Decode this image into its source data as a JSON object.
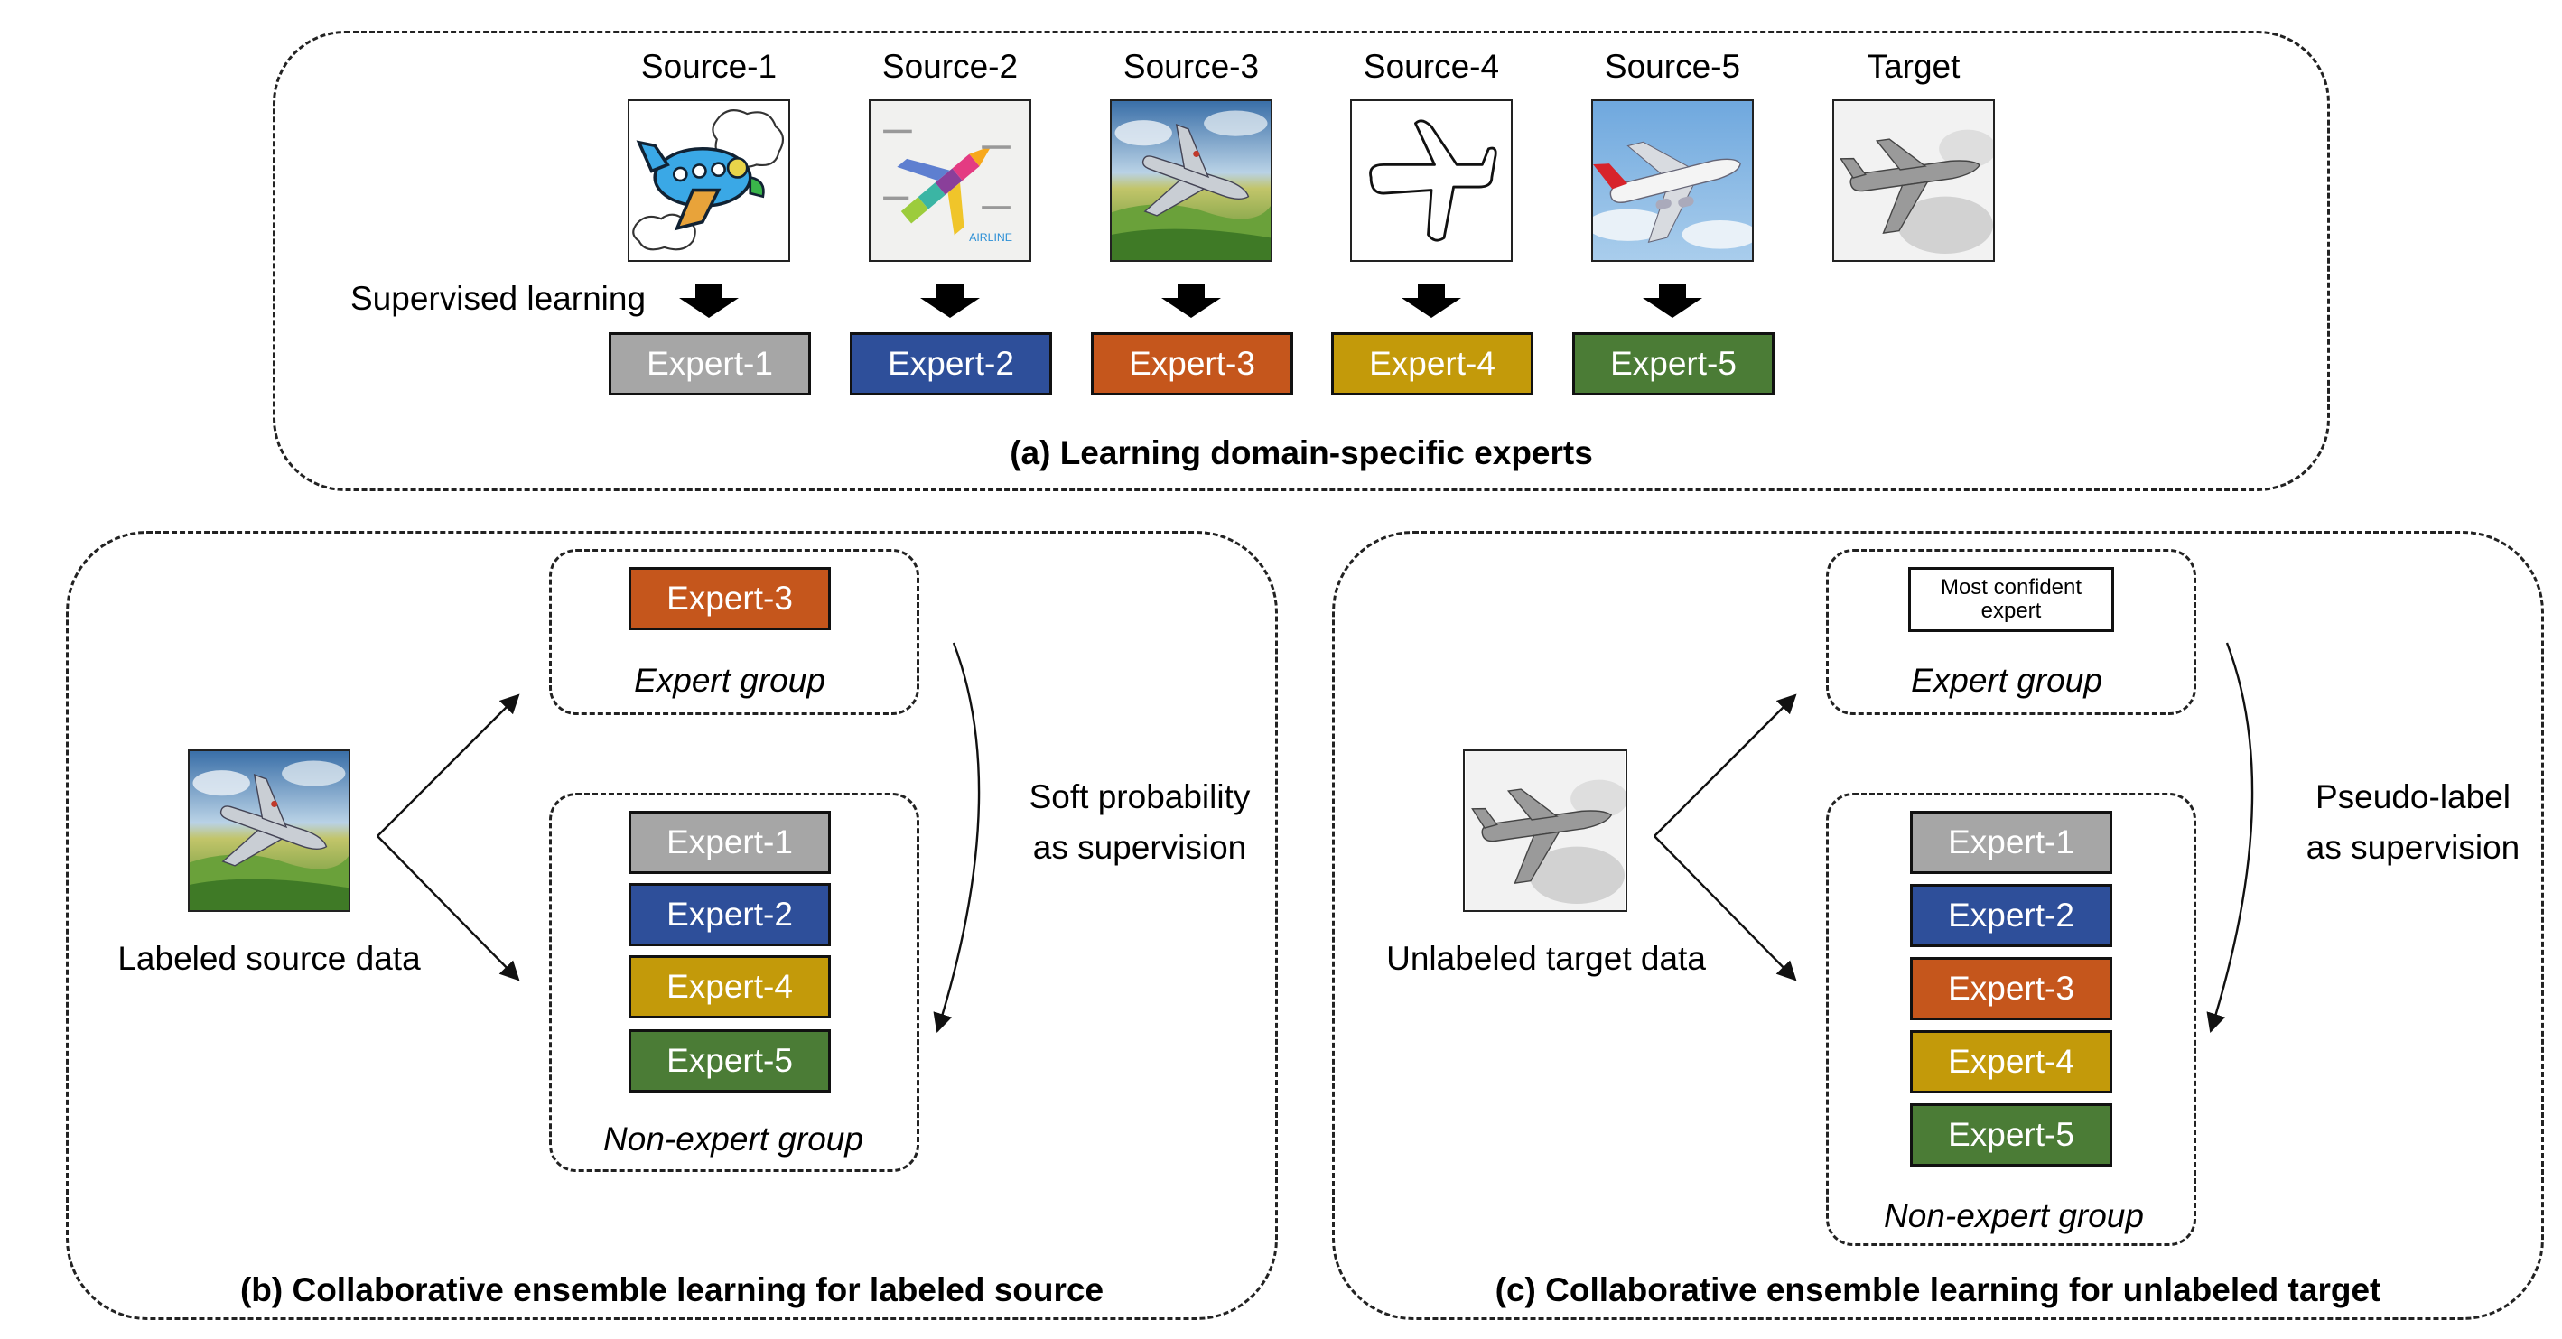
{
  "panel_a": {
    "caption": "(a) Learning domain-specific experts",
    "sources": [
      {
        "label": "Source-1",
        "image": "cartoon-airplane-icon"
      },
      {
        "label": "Source-2",
        "image": "infographic-airplane-icon"
      },
      {
        "label": "Source-3",
        "image": "painting-airplane-icon"
      },
      {
        "label": "Source-4",
        "image": "sketch-airplane-icon"
      },
      {
        "label": "Source-5",
        "image": "photo-airplane-icon"
      },
      {
        "label": "Target",
        "image": "pencil-sketch-airplane-icon"
      }
    ],
    "infographic_text": "AIRLINE",
    "arrow_label": "Supervised learning",
    "experts": [
      "Expert-1",
      "Expert-2",
      "Expert-3",
      "Expert-4",
      "Expert-5"
    ]
  },
  "panel_b": {
    "caption": "(b) Collaborative ensemble learning for labeled source",
    "input_label": "Labeled source data",
    "expert_group": {
      "title": "Expert group",
      "experts": [
        "Expert-3"
      ]
    },
    "non_expert_group": {
      "title": "Non-expert group",
      "experts": [
        "Expert-1",
        "Expert-2",
        "Expert-4",
        "Expert-5"
      ]
    },
    "supervision_line1": "Soft probability",
    "supervision_line2": "as supervision"
  },
  "panel_c": {
    "caption": "(c) Collaborative ensemble learning for unlabeled target",
    "input_label": "Unlabeled target data",
    "expert_group": {
      "title": "Expert group",
      "experts": [
        "Most confident expert"
      ]
    },
    "non_expert_group": {
      "title": "Non-expert group",
      "experts": [
        "Expert-1",
        "Expert-2",
        "Expert-3",
        "Expert-4",
        "Expert-5"
      ]
    },
    "supervision_line1": "Pseudo-label",
    "supervision_line2": "as supervision"
  },
  "colors": {
    "expert-1": "#a6a6a6",
    "expert-2": "#2e4f9a",
    "expert-3": "#c5561c",
    "expert-4": "#c39a0a",
    "expert-5": "#4b7c36"
  }
}
